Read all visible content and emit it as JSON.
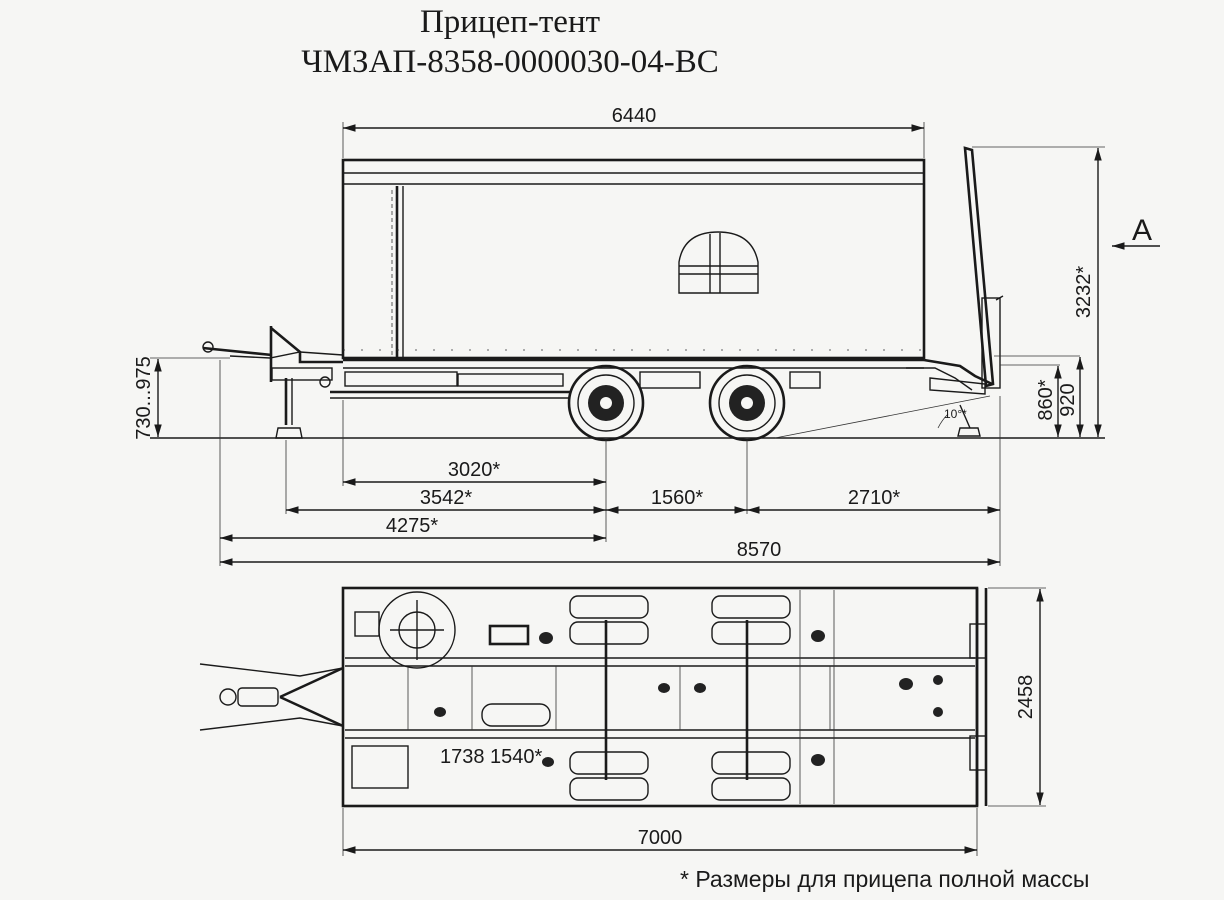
{
  "title": {
    "line1": "Прицеп-тент",
    "line2": "ЧМЗАП-8358-0000030-04-ВС"
  },
  "view_label": "A",
  "side_view": {
    "body_length": "6440",
    "total_height": "3232*",
    "hitch_height": "730...975",
    "platform_height_loaded": "860*",
    "platform_height": "920",
    "ramp_angle": "10°*",
    "dim_front_axle": "3020*",
    "dim_front_support": "3542*",
    "dim_drawbar": "4275*",
    "wheelbase": "1560*",
    "rear_overhang": "2710*",
    "overall_length": "8570"
  },
  "top_view": {
    "width": "2458",
    "length": "7000",
    "inner_label": "1738 1540*"
  },
  "footnote": "* Размеры для прицепа полной массы"
}
